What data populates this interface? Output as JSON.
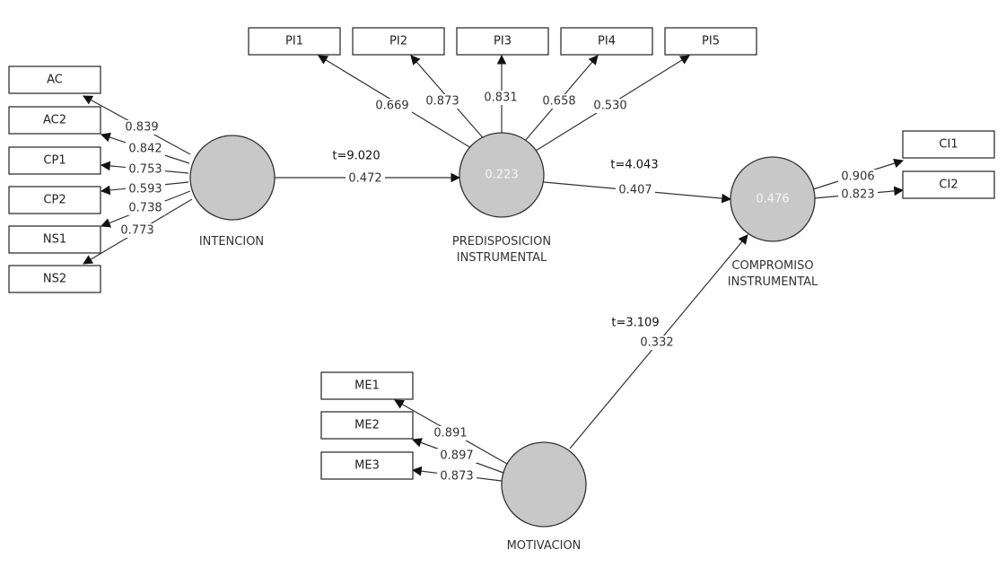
{
  "diagram": {
    "constructs": [
      {
        "id": "int",
        "label_lines": [
          "INTENCION"
        ],
        "r2": ""
      },
      {
        "id": "pre",
        "label_lines": [
          "PREDISPOSICION",
          "INSTRUMENTAL"
        ],
        "r2": "0.223"
      },
      {
        "id": "com",
        "label_lines": [
          "COMPROMISO",
          "INSTRUMENTAL"
        ],
        "r2": "0.476"
      },
      {
        "id": "mot",
        "label_lines": [
          "MOTIVACION"
        ],
        "r2": ""
      }
    ],
    "indicators": [
      {
        "label": "AC",
        "construct": "int",
        "loading": "0.839"
      },
      {
        "label": "AC2",
        "construct": "int",
        "loading": "0.842"
      },
      {
        "label": "CP1",
        "construct": "int",
        "loading": "0.753"
      },
      {
        "label": "CP2",
        "construct": "int",
        "loading": "0.593"
      },
      {
        "label": "NS1",
        "construct": "int",
        "loading": "0.738"
      },
      {
        "label": "NS2",
        "construct": "int",
        "loading": "0.773"
      },
      {
        "label": "PI1",
        "construct": "pre",
        "loading": "0.669"
      },
      {
        "label": "PI2",
        "construct": "pre",
        "loading": "0.873"
      },
      {
        "label": "PI3",
        "construct": "pre",
        "loading": "0.831"
      },
      {
        "label": "PI4",
        "construct": "pre",
        "loading": "0.658"
      },
      {
        "label": "PI5",
        "construct": "pre",
        "loading": "0.530"
      },
      {
        "label": "CI1",
        "construct": "com",
        "loading": "0.906"
      },
      {
        "label": "CI2",
        "construct": "com",
        "loading": "0.823"
      },
      {
        "label": "ME1",
        "construct": "mot",
        "loading": "0.891"
      },
      {
        "label": "ME2",
        "construct": "mot",
        "loading": "0.897"
      },
      {
        "label": "ME3",
        "construct": "mot",
        "loading": "0.873"
      }
    ],
    "paths": [
      {
        "from": "int",
        "to": "pre",
        "coefficient": "0.472",
        "t": "t=9.020"
      },
      {
        "from": "pre",
        "to": "com",
        "coefficient": "0.407",
        "t": "t=4.043"
      },
      {
        "from": "mot",
        "to": "com",
        "coefficient": "0.332",
        "t": "t=3.109"
      }
    ],
    "colors": {
      "construct_fill": "#c8c8c8",
      "line": "#333333",
      "box_fill": "#ffffff"
    }
  }
}
